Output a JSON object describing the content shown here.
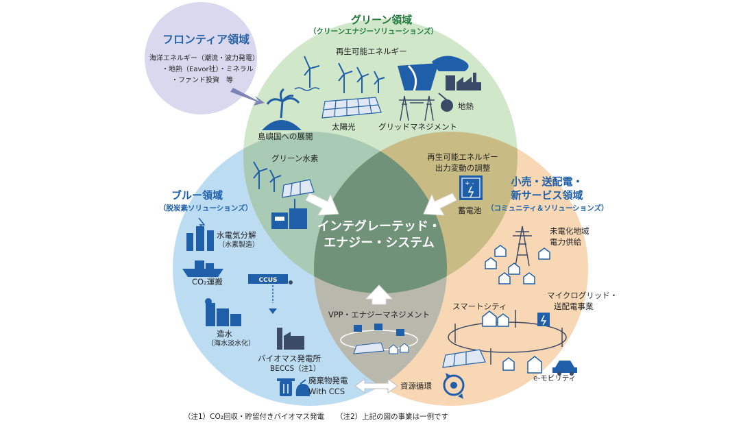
{
  "frontier": {
    "title": "フロンティア領域",
    "lines": [
      "海洋エネルギー（潮流・波力発電）",
      "・地熱（Eavor社）・ミネラル",
      "・ファンド投資　等"
    ]
  },
  "green": {
    "title": "グリーン領域",
    "subtitle": "（クリーンエナジーソリューションズ）",
    "renewable": "再生可能エネルギー",
    "solar": "太陽光",
    "grid": "グリッドマネジメント",
    "geothermal": "地熱",
    "island": "島嶼国への展開",
    "hydrogen": "グリーン水素"
  },
  "blue": {
    "title": "ブルー領域",
    "subtitle": "（脱炭素ソリューションズ）",
    "electrolysis_1": "水電気分解",
    "electrolysis_2": "（水素製造）",
    "co2_transport": "CO₂運搬",
    "ccus": "CCUS",
    "water_1": "造水",
    "water_2": "（海水淡水化）",
    "biomass_1": "バイオマス発電所",
    "biomass_2": "BECCS（注1）",
    "waste_1": "廃棄物発電",
    "waste_2": "With CCS"
  },
  "orange": {
    "title_1": "小売・送配電・",
    "title_2": "新サービス領域",
    "subtitle": "（コミュニティ＆ソリューションズ）",
    "adjust_1": "再生可能エネルギー",
    "adjust_2": "出力変動の調整",
    "battery": "蓄電池",
    "offgrid_1": "未電化地域",
    "offgrid_2": "電力供給",
    "microgrid_1": "マイクログリッド・",
    "microgrid_2": "送配電事業",
    "smartcity": "スマートシティ",
    "emobility": "e-モビリティ",
    "recycle": "資源循環"
  },
  "center": {
    "line1": "インテグレーテッド・",
    "line2": "エナジー・システム",
    "vpp": "VPP・エナジーマネジメント"
  },
  "notes": {
    "note1": "（注1）CO₂回収・貯留付きバイオマス発電",
    "note2": "（注2）上記の図の事業は一例です"
  },
  "colors": {
    "green_circle": "#cfe6c9",
    "blue_circle": "#bcdcf1",
    "orange_circle": "#f8d6b3",
    "green_blue_overlap": "#a8c9b4",
    "green_orange_overlap": "#c8ba82",
    "blue_orange_overlap": "#b7b6ac",
    "center": "#6f9278",
    "frontier_bubble": "#d8d8ee",
    "icon_blue": "#1f5ea8",
    "icon_dark": "#3b4a66"
  }
}
